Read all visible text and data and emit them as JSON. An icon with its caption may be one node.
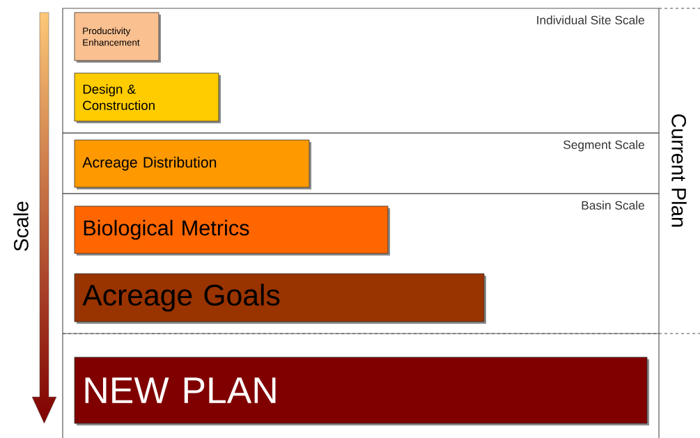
{
  "diagram": {
    "nodes": [
      {
        "text": [
          "Individual Site Scale"
        ]
      },
      {
        "text": [
          "Productivity Enhancement"
        ],
        "in": 0
      },
      {
        "text": [
          "Design & Construction"
        ],
        "in": 0
      },
      {
        "text": [
          "Segment Scale"
        ]
      },
      {
        "text": [
          "Acreage Distribution"
        ],
        "in": 3
      },
      {
        "text": [
          "Basin Scale"
        ]
      },
      {
        "text": [
          "Biological Metrics"
        ],
        "in": 5
      },
      {
        "text": [
          "Acreage Goals"
        ],
        "in": 5
      },
      {
        "text": [
          "NEW PLAN"
        ]
      }
    ],
    "edges": [],
    "labels": [
      "Scale",
      "Current Plan"
    ]
  }
}
